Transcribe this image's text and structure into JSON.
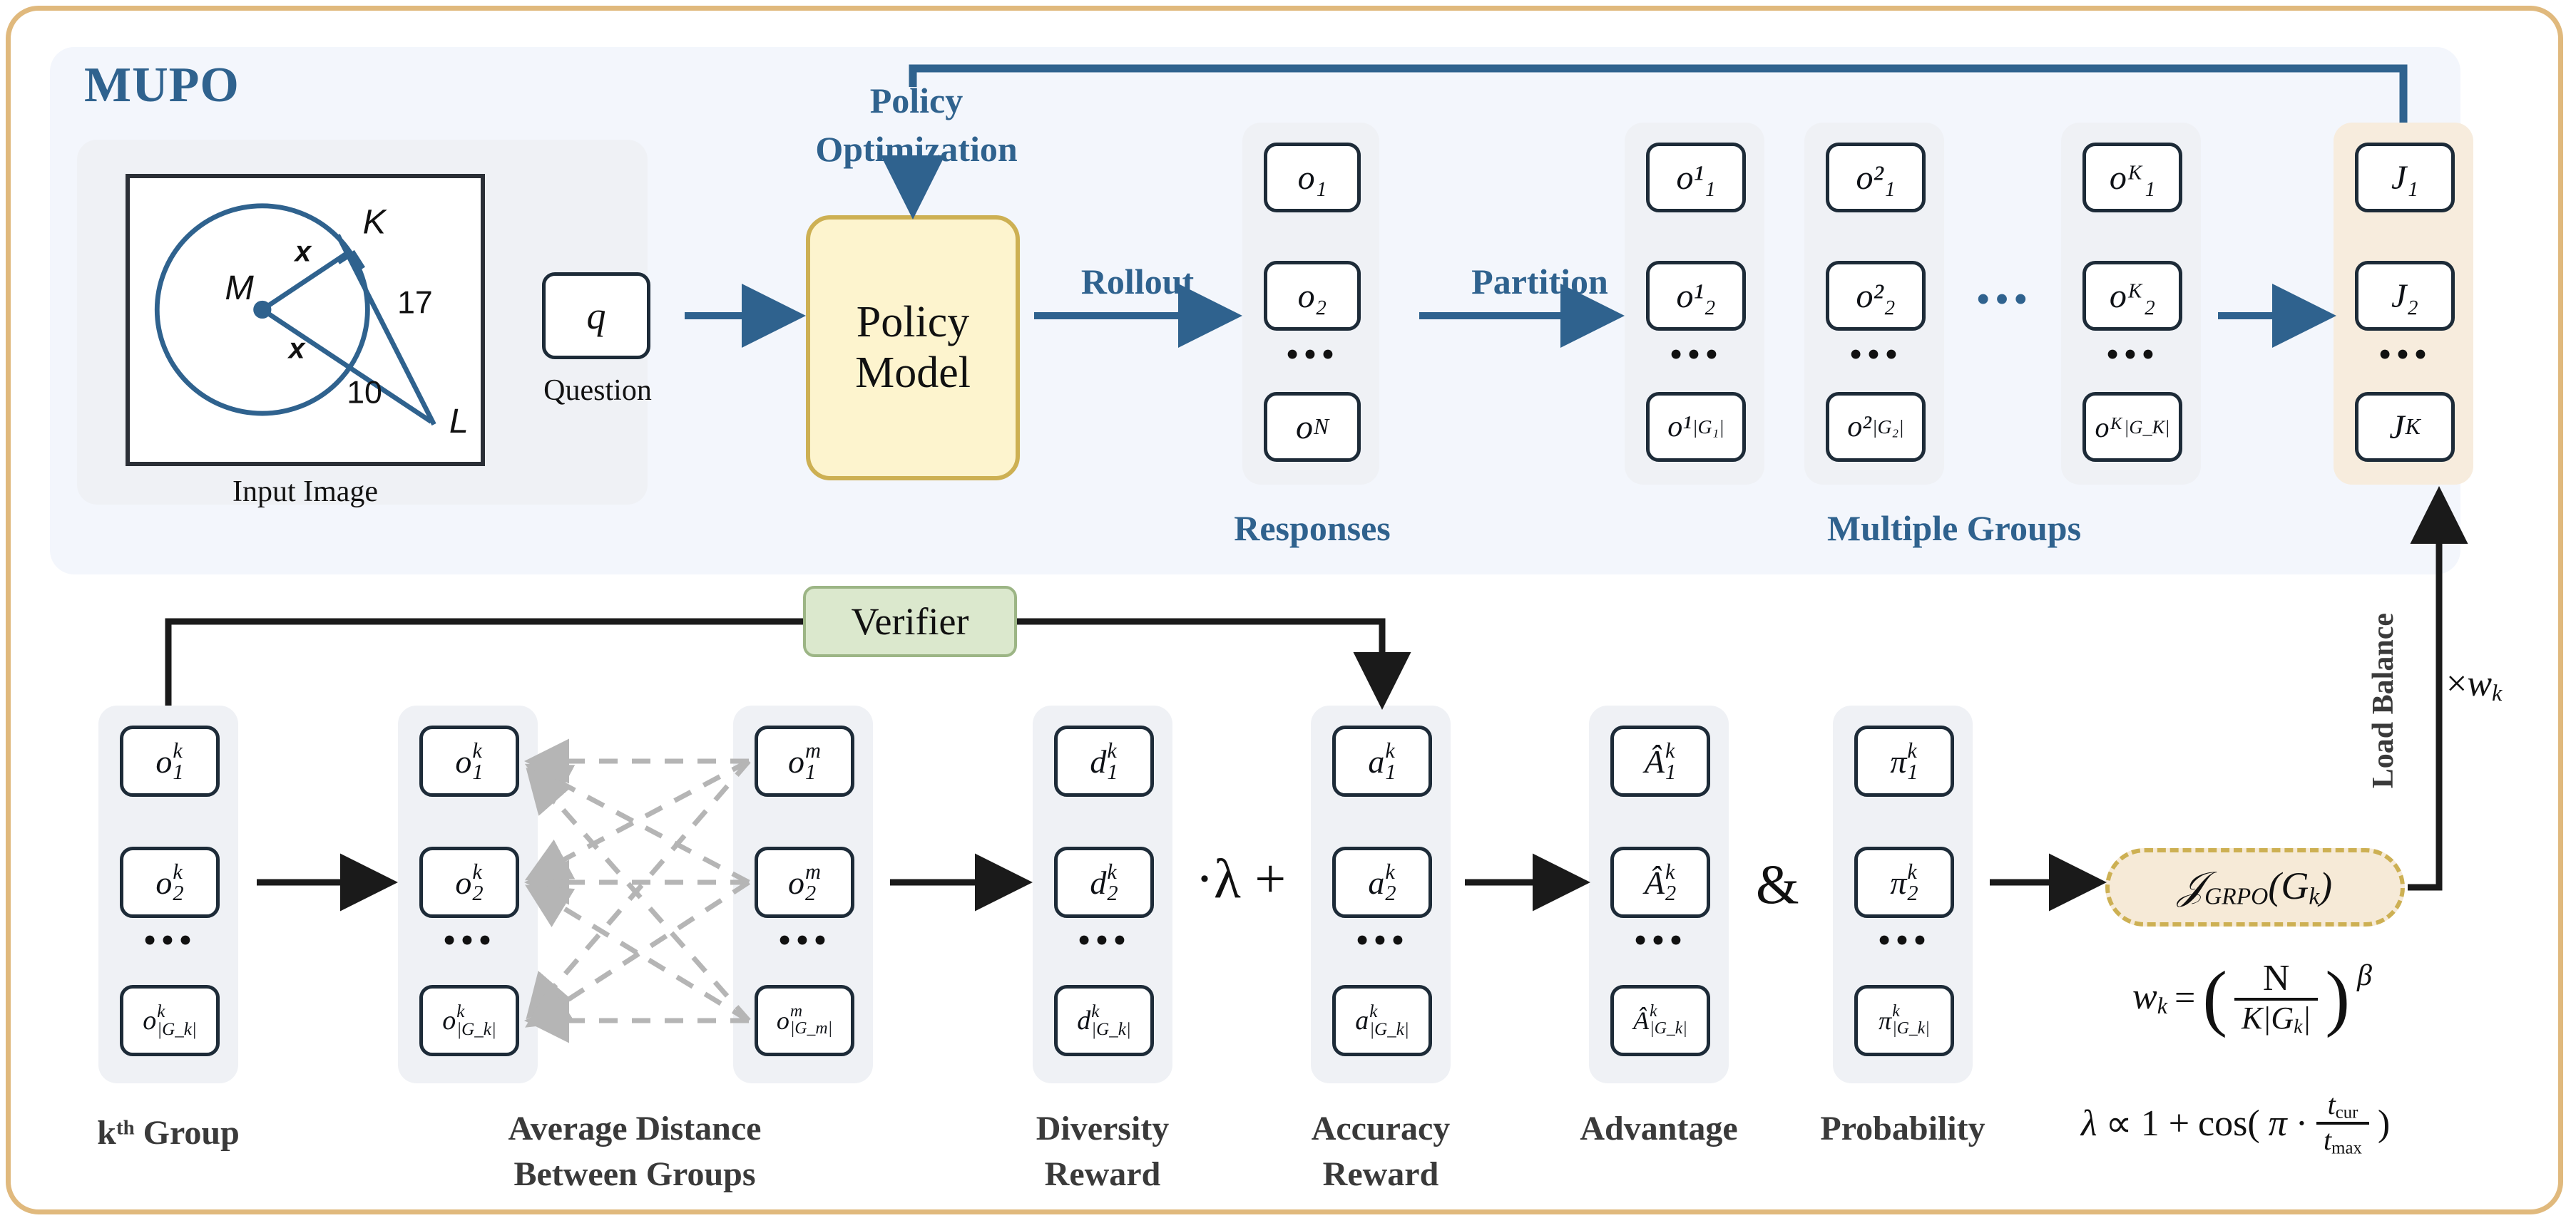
{
  "title": "MUPO",
  "colors": {
    "frame_border": "#e0b97d",
    "panel_bg": "#f3f6fc",
    "accent_blue": "#2f628e",
    "token_border": "#1d2b38",
    "policy_fill": "#fdf4ce",
    "policy_border": "#cdb053",
    "verifier_fill": "#dbe8cd",
    "verifier_border": "#9cb585",
    "objective_fill": "#f7ecdd",
    "grpo_fill": "#f6ead7",
    "dark_text": "#3a3a3a"
  },
  "input_image": {
    "caption": "Input Image",
    "labels": {
      "center": "M",
      "tangent_point": "K",
      "external_point": "L",
      "radius_upper": "x",
      "radius_lower": "x",
      "tangent_length": "17",
      "secant_segment": "10"
    }
  },
  "question": {
    "token": "q",
    "caption": "Question"
  },
  "policy_model": {
    "line1": "Policy",
    "line2": "Model"
  },
  "arrows": {
    "policy_optimization": "Policy\nOptimization",
    "policy_optimization_l1": "Policy",
    "policy_optimization_l2": "Optimization",
    "rollout": "Rollout",
    "partition": "Partition"
  },
  "responses": {
    "caption": "Responses",
    "tokens": [
      "o₁",
      "o₂",
      "o_N"
    ],
    "ellipsis": "•••"
  },
  "multiple_groups": {
    "caption": "Multiple Groups",
    "ellipsis_between": "•••",
    "groups": [
      {
        "tokens": [
          "o¹₁",
          "o¹₂",
          "o¹_|G₁|"
        ]
      },
      {
        "tokens": [
          "o²₁",
          "o²₂",
          "o²_|G₂|"
        ]
      },
      {
        "tokens": [
          "oᴷ₁",
          "oᴷ₂",
          "oᴷ_|G_K|"
        ]
      }
    ]
  },
  "objectives": {
    "tokens": [
      "J₁",
      "J₂",
      "J_K"
    ]
  },
  "verifier": {
    "label": "Verifier"
  },
  "bottom_row": {
    "kth_group": {
      "caption": "kᵗʰ Group",
      "tokens": [
        "o^k_1",
        "o^k_2",
        "o^k_|G_k|"
      ]
    },
    "avg_distance": {
      "caption_l1": "Average Distance",
      "caption_l2": "Between Groups",
      "left_tokens": [
        "o^k_1",
        "o^k_2",
        "o^k_|G_k|"
      ],
      "right_tokens": [
        "o^m_1",
        "o^m_2",
        "o^m_|G_m|"
      ]
    },
    "diversity_reward": {
      "caption_l1": "Diversity",
      "caption_l2": "Reward",
      "tokens": [
        "d^k_1",
        "d^k_2",
        "d^k_|G_k|"
      ]
    },
    "accuracy_reward": {
      "caption_l1": "Accuracy",
      "caption_l2": "Reward",
      "tokens": [
        "a^k_1",
        "a^k_2",
        "a^k_|G_k|"
      ]
    },
    "advantage": {
      "caption": "Advantage",
      "tokens": [
        "Â^k_1",
        "Â^k_2",
        "Â^k_|G_k|"
      ]
    },
    "probability": {
      "caption": "Probability",
      "tokens": [
        "π^k_1",
        "π^k_2",
        "π^k_|G_k|"
      ]
    },
    "operator_lambda": "·λ +",
    "operator_and": "&"
  },
  "grpo": {
    "label": "J_GRPO(G_k)"
  },
  "load_balance": {
    "label": "Load Balance",
    "multiplier": "×w_k"
  },
  "formulas": {
    "weight": "w_k = ( N / (K|G_k|) )^β",
    "lambda": "λ ∝ 1 + cos(π · t_cur / t_max)"
  }
}
